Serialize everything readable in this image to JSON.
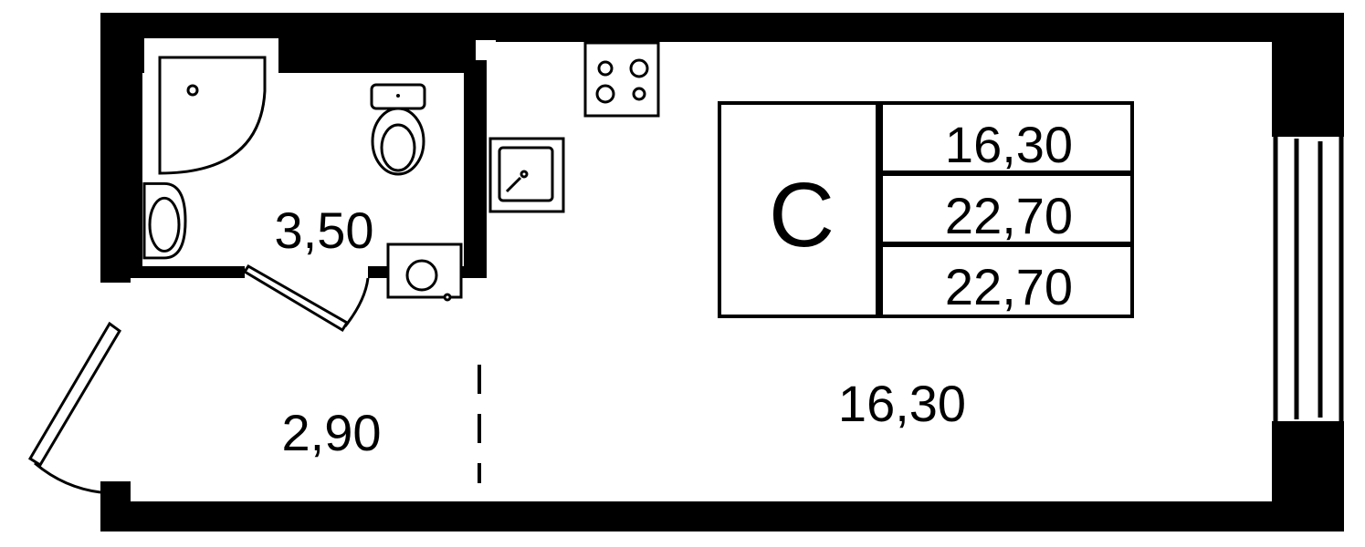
{
  "rooms": {
    "bathroom_area": "3,50",
    "hallway_area": "2,90",
    "living_area": "16,30"
  },
  "summary_table": {
    "type_label": "С",
    "living_area": "16,30",
    "total_area": "22,70",
    "total_area_with_balcony": "22,70"
  }
}
